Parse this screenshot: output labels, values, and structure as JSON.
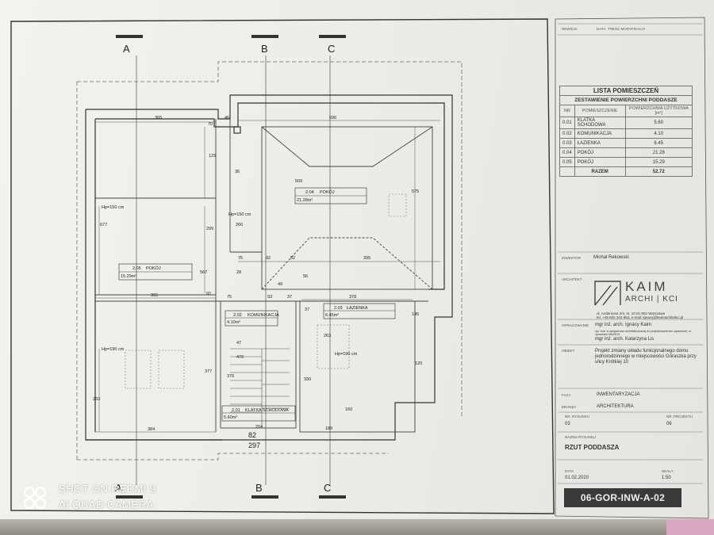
{
  "header_cols": {
    "rewizja": "REWIZJA",
    "data": "DATA",
    "tresc": "TREŚĆ MODYFIKACJI"
  },
  "room_list": {
    "title": "LISTA POMIESZCZEŃ",
    "subtitle": "ZESTAWIENIE POWIERZCHNI PODDASZE",
    "col_nr": "NR",
    "col_name": "POMIESZCZENIE",
    "col_area": "POWIERZCHNIA UŻYTKOWA [m²]",
    "rows": [
      {
        "nr": "0.01",
        "name": "KLATKA SCHODOWA",
        "area": "5.60"
      },
      {
        "nr": "0.02",
        "name": "KOMUNIKACJA",
        "area": "4.10"
      },
      {
        "nr": "0.03",
        "name": "ŁAZIENKA",
        "area": "6.45"
      },
      {
        "nr": "0.04",
        "name": "POKÓJ",
        "area": "21.28"
      },
      {
        "nr": "0.05",
        "name": "POKÓJ",
        "area": "15.29"
      }
    ],
    "total_label": "RAZEM",
    "total_value": "52.72"
  },
  "title_block": {
    "inwestor_label": "INWESTOR",
    "inwestor": "Michał Rekowski",
    "architekt_label": "ARCHITEKT",
    "logo_word1": "KAIM",
    "logo_word2": "ARCHI | KCI",
    "address": "ul. Andersona 2/4, m. 10     01-052 Warszawa",
    "contact": "tel. +48 602 343 853, e-mail: ignacy@kaimarchitekci.pl",
    "opracowanie_label": "OPRACOWANIE",
    "author1": "mgr inż. arch. Ignacy Kaim",
    "author1_note": "upr. bud. w specjalności architektonicznej do projektowania bez ograniczeń, nr uprawnień MA/0019",
    "author2": "mgr inż. arch. Katarzyna Lis",
    "obiekt_label": "OBIEKT",
    "obiekt": "Projekt zmiany układu funkcjonalnego domu jednorodzinnego w miejscowości Góraszka przy ulicy Krótkiej 10",
    "faza_label": "FAZA",
    "faza": "INWENTARYZACJA",
    "branza_label": "BRANŻA",
    "branza": "ARCHITEKTURA",
    "nr_rysunku_label": "NR. RYSUNKU",
    "nr_rysunku": "03",
    "nr_projektu_label": "NR. PROJEKTU",
    "nr_projektu": "06",
    "nazwa_label": "NAZWA RYSUNKU",
    "nazwa": "RZUT PODDASZA",
    "data_label": "DATA",
    "data": "01.02.2020",
    "skala_label": "SKALA",
    "skala": "1:50",
    "code": "06-GOR-INW-A-02"
  },
  "plan": {
    "axis_a": "A",
    "axis_b": "B",
    "axis_c": "C",
    "rooms": [
      {
        "id": "2.04",
        "name": "POKÓJ",
        "area": "21.28m²"
      },
      {
        "id": "2.05",
        "name": "POKÓJ",
        "area": "15.29m²"
      },
      {
        "id": "2.03",
        "name": "ŁAZIENKA",
        "area": "6.45m²"
      },
      {
        "id": "2.02",
        "name": "KOMUNIKACJA",
        "area": "4.10m²"
      },
      {
        "id": "2.01",
        "name": "KLATKA SCHODOWA",
        "area": "5.60m²"
      }
    ],
    "hp": [
      "Hp=150 cm",
      "Hp=150 cm",
      "Hp=190 cm",
      "Hp=190 cm"
    ],
    "dims": [
      "365",
      "70",
      "46",
      "596",
      "129",
      "36",
      "509",
      "575",
      "677",
      "299",
      "260",
      "567",
      "75",
      "92",
      "52",
      "395",
      "28",
      "49",
      "365",
      "92",
      "93",
      "37",
      "75",
      "378",
      "37",
      "56",
      "145",
      "47",
      "476",
      "376",
      "263",
      "330",
      "120",
      "160",
      "233",
      "377",
      "384",
      "204",
      "189",
      "82",
      "297"
    ]
  },
  "watermark": {
    "line1": "SHOT ON REDMI 9",
    "line2": "AI QUAD CAMERA"
  },
  "icons": [
    "redmi-logo-icon"
  ]
}
